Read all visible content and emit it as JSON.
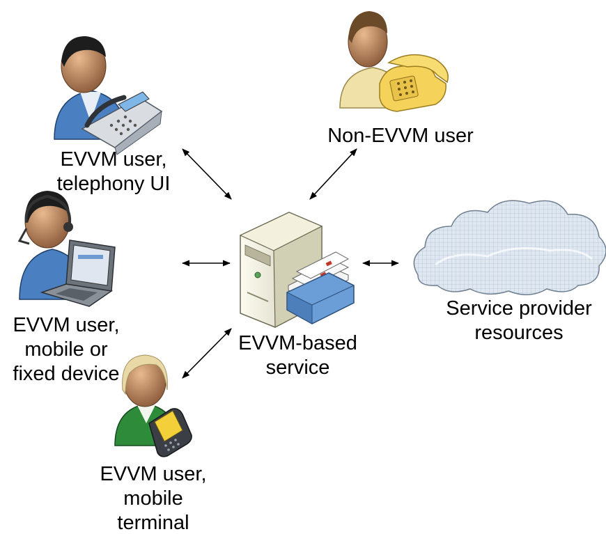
{
  "nodes": {
    "telephony_user": {
      "lines": [
        "EVVM user,",
        "telephony UI"
      ]
    },
    "non_evvm_user": {
      "lines": [
        "Non-EVVM user"
      ]
    },
    "mobile_fixed_user": {
      "lines": [
        "EVVM user,",
        "mobile or",
        "fixed device"
      ]
    },
    "service": {
      "lines": [
        "EVVM-based",
        "service"
      ]
    },
    "provider": {
      "lines": [
        "Service provider",
        "resources"
      ]
    },
    "mobile_terminal_user": {
      "lines": [
        "EVVM user,",
        "mobile",
        "terminal"
      ]
    }
  },
  "icons": [
    "person-desk-phone-icon",
    "person-phone-icon",
    "person-headset-laptop-icon",
    "server-icon",
    "mail-tray-icon",
    "cloud-icon",
    "person-handheld-icon"
  ],
  "colors": {
    "arrow": "#000000",
    "shirt_blue": "#4a7fc1",
    "shirt_green": "#2e8b3a",
    "phone_yellow": "#f5d25a",
    "cloud": "#c9d6e3"
  }
}
